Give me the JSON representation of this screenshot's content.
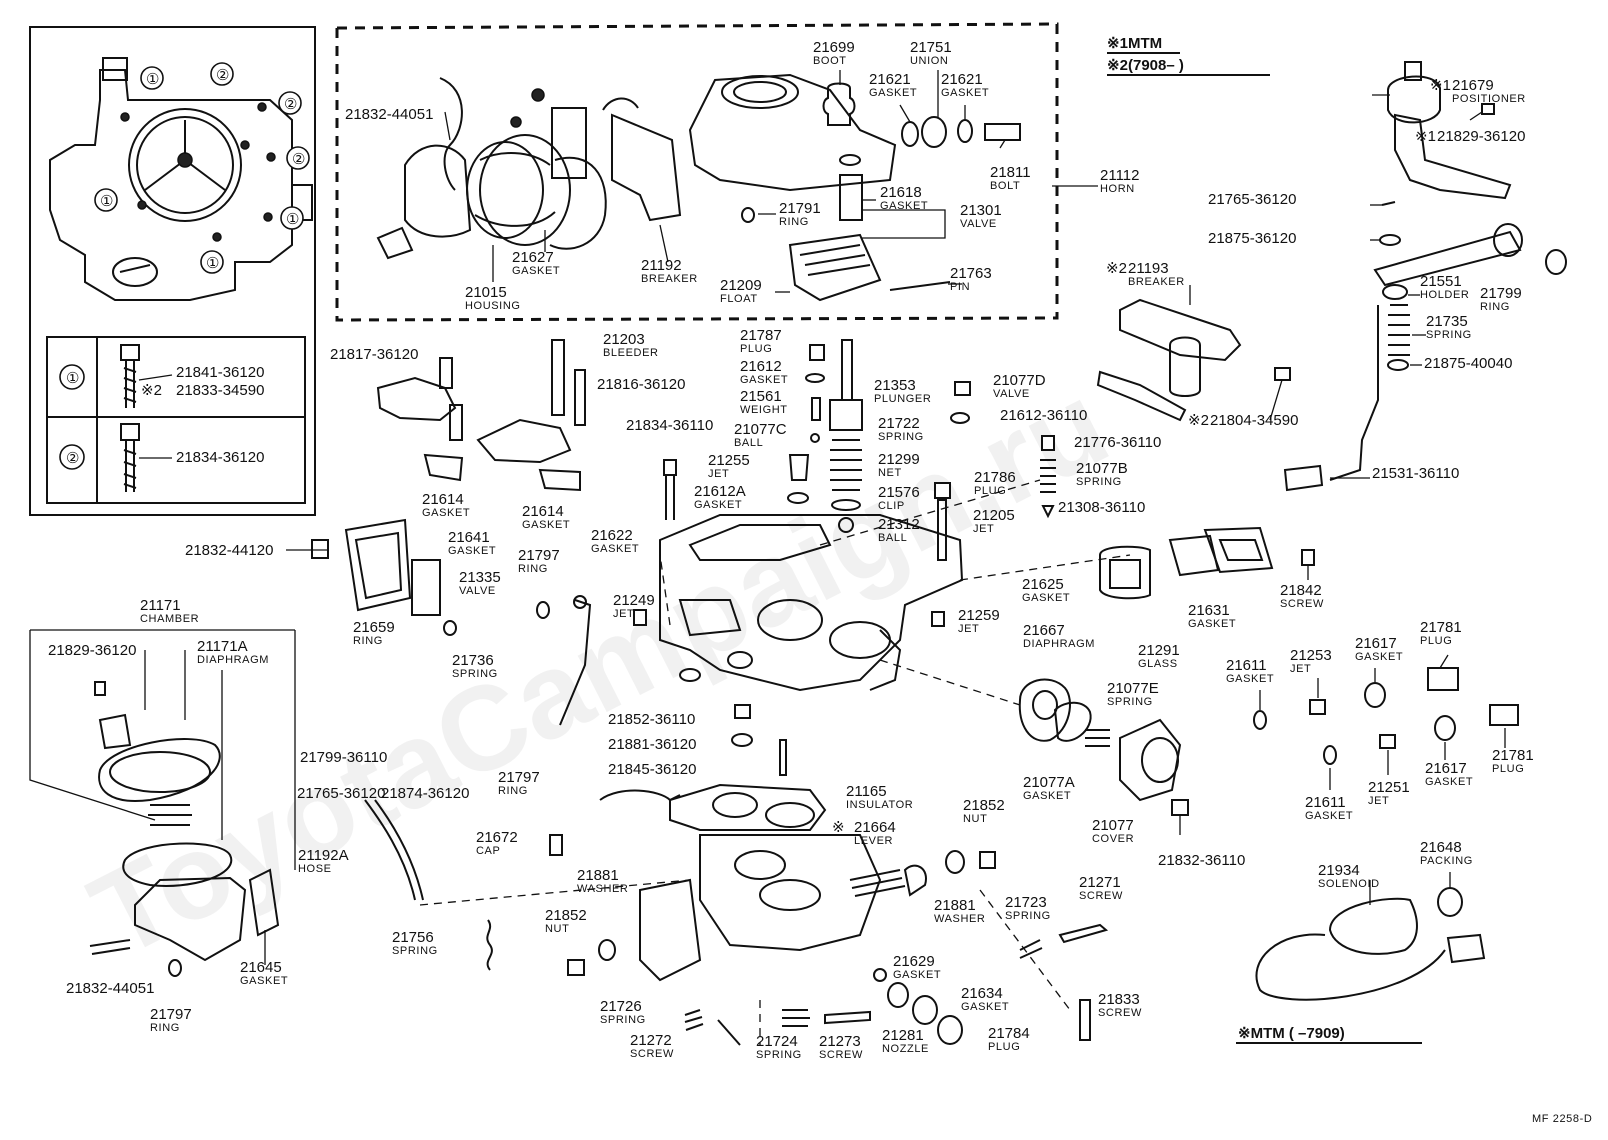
{
  "watermark": "ToyotaCampaign.ru",
  "legend": {
    "mark1": "※1",
    "mark1_text": "MTM",
    "mark2": "※2",
    "mark2_text": "(7908–     )",
    "footer_note": "※MTM (        –7909)",
    "ref_code": "MF  2258-D"
  },
  "inset": {
    "callout_1": "①",
    "callout_2": "②",
    "row1_part_a": "21841-36120",
    "row1_mark": "※2",
    "row1_part_b": "21833-34590",
    "row2_part": "21834-36120"
  },
  "parts": [
    {
      "id": "p1",
      "num": "21699",
      "name": "BOOT"
    },
    {
      "id": "p2",
      "num": "21751",
      "name": "UNION"
    },
    {
      "id": "p3",
      "num": "21621",
      "name": "GASKET"
    },
    {
      "id": "p4",
      "num": "21621",
      "name": "GASKET"
    },
    {
      "id": "p5",
      "num": "21832-44051",
      "name": ""
    },
    {
      "id": "p6",
      "num": "21811",
      "name": "BOLT"
    },
    {
      "id": "p7",
      "num": "21112",
      "name": "HORN"
    },
    {
      "id": "p8",
      "num": "21618",
      "name": "GASKET"
    },
    {
      "id": "p9",
      "num": "21301",
      "name": "VALVE"
    },
    {
      "id": "p10",
      "num": "21791",
      "name": "RING"
    },
    {
      "id": "p11",
      "num": "21627",
      "name": "GASKET"
    },
    {
      "id": "p12",
      "num": "21192",
      "name": "BREAKER"
    },
    {
      "id": "p13",
      "num": "21015",
      "name": "HOUSING"
    },
    {
      "id": "p14",
      "num": "21209",
      "name": "FLOAT"
    },
    {
      "id": "p15",
      "num": "21763",
      "name": "PIN"
    },
    {
      "id": "p16",
      "num": "21679",
      "name": "POSITIONER",
      "mark": "※1"
    },
    {
      "id": "p17",
      "num": "21829-36120",
      "name": "",
      "mark": "※1"
    },
    {
      "id": "p18",
      "num": "21765-36120",
      "name": ""
    },
    {
      "id": "p19",
      "num": "21875-36120",
      "name": ""
    },
    {
      "id": "p20",
      "num": "21193",
      "name": "BREAKER",
      "mark": "※2"
    },
    {
      "id": "p21",
      "num": "21551",
      "name": "HOLDER"
    },
    {
      "id": "p22",
      "num": "21799",
      "name": "RING"
    },
    {
      "id": "p23",
      "num": "21735",
      "name": "SPRING"
    },
    {
      "id": "p24",
      "num": "21875-40040",
      "name": ""
    },
    {
      "id": "p25",
      "num": "21804-34590",
      "name": "",
      "mark": "※2"
    },
    {
      "id": "p26",
      "num": "21531-36110",
      "name": ""
    },
    {
      "id": "p27",
      "num": "21817-36120",
      "name": ""
    },
    {
      "id": "p28",
      "num": "21203",
      "name": "BLEEDER"
    },
    {
      "id": "p29",
      "num": "21816-36120",
      "name": ""
    },
    {
      "id": "p30",
      "num": "21787",
      "name": "PLUG"
    },
    {
      "id": "p31",
      "num": "21612",
      "name": "GASKET"
    },
    {
      "id": "p32",
      "num": "21353",
      "name": "PLUNGER"
    },
    {
      "id": "p33",
      "num": "21561",
      "name": "WEIGHT"
    },
    {
      "id": "p34",
      "num": "21077C",
      "name": "BALL"
    },
    {
      "id": "p35",
      "num": "21077D",
      "name": "VALVE"
    },
    {
      "id": "p36",
      "num": "21612-36110",
      "name": ""
    },
    {
      "id": "p37",
      "num": "21722",
      "name": "SPRING"
    },
    {
      "id": "p38",
      "num": "21834-36110",
      "name": ""
    },
    {
      "id": "p39",
      "num": "21255",
      "name": "JET"
    },
    {
      "id": "p40",
      "num": "21299",
      "name": "NET"
    },
    {
      "id": "p41",
      "num": "21776-36110",
      "name": ""
    },
    {
      "id": "p42",
      "num": "21077B",
      "name": "SPRING"
    },
    {
      "id": "p43",
      "num": "21614",
      "name": "GASKET"
    },
    {
      "id": "p44",
      "num": "21614",
      "name": "GASKET"
    },
    {
      "id": "p45",
      "num": "21612A",
      "name": "GASKET"
    },
    {
      "id": "p46",
      "num": "21576",
      "name": "CLIP"
    },
    {
      "id": "p47",
      "num": "21786",
      "name": "PLUG"
    },
    {
      "id": "p48",
      "num": "21308-36110",
      "name": ""
    },
    {
      "id": "p49",
      "num": "21205",
      "name": "JET"
    },
    {
      "id": "p50",
      "num": "21312",
      "name": "BALL"
    },
    {
      "id": "p51",
      "num": "21622",
      "name": "GASKET"
    },
    {
      "id": "p52",
      "num": "21641",
      "name": "GASKET"
    },
    {
      "id": "p53",
      "num": "21832-44120",
      "name": ""
    },
    {
      "id": "p54",
      "num": "21335",
      "name": "VALVE"
    },
    {
      "id": "p55",
      "num": "21797",
      "name": "RING"
    },
    {
      "id": "p56",
      "num": "21249",
      "name": "JET"
    },
    {
      "id": "p57",
      "num": "21625",
      "name": "GASKET"
    },
    {
      "id": "p58",
      "num": "21842",
      "name": "SCREW"
    },
    {
      "id": "p59",
      "num": "21631",
      "name": "GASKET"
    },
    {
      "id": "p60",
      "num": "21291",
      "name": "GLASS"
    },
    {
      "id": "p61",
      "num": "21259",
      "name": "JET"
    },
    {
      "id": "p62",
      "num": "21659",
      "name": "RING"
    },
    {
      "id": "p63",
      "num": "21171",
      "name": "CHAMBER"
    },
    {
      "id": "p64",
      "num": "21171A",
      "name": "DIAPHRAGM"
    },
    {
      "id": "p65",
      "num": "21829-36120",
      "name": ""
    },
    {
      "id": "p66",
      "num": "21799-36110",
      "name": ""
    },
    {
      "id": "p67",
      "num": "21736",
      "name": "SPRING"
    },
    {
      "id": "p68",
      "num": "21667",
      "name": "DIAPHRAGM"
    },
    {
      "id": "p69",
      "num": "21781",
      "name": "PLUG"
    },
    {
      "id": "p70",
      "num": "21617",
      "name": "GASKET"
    },
    {
      "id": "p71",
      "num": "21253",
      "name": "JET"
    },
    {
      "id": "p72",
      "num": "21611",
      "name": "GASKET"
    },
    {
      "id": "p73",
      "num": "21077E",
      "name": "SPRING"
    },
    {
      "id": "p74",
      "num": "21852-36110",
      "name": ""
    },
    {
      "id": "p75",
      "num": "21881-36120",
      "name": ""
    },
    {
      "id": "p76",
      "num": "21845-36120",
      "name": ""
    },
    {
      "id": "p77",
      "num": "21765-36120",
      "name": ""
    },
    {
      "id": "p78",
      "num": "21874-36120",
      "name": ""
    },
    {
      "id": "p79",
      "num": "21797",
      "name": "RING"
    },
    {
      "id": "p80",
      "num": "21077A",
      "name": "GASKET"
    },
    {
      "id": "p81",
      "num": "21611",
      "name": "GASKET"
    },
    {
      "id": "p82",
      "num": "21251",
      "name": "JET"
    },
    {
      "id": "p83",
      "num": "21617",
      "name": "GASKET"
    },
    {
      "id": "p84",
      "num": "21781",
      "name": "PLUG"
    },
    {
      "id": "p85",
      "num": "21165",
      "name": "INSULATOR"
    },
    {
      "id": "p86",
      "num": "21852",
      "name": "NUT"
    },
    {
      "id": "p87",
      "num": "21664",
      "name": "LEVER",
      "mark": "※"
    },
    {
      "id": "p88",
      "num": "21077",
      "name": "COVER"
    },
    {
      "id": "p89",
      "num": "21672",
      "name": "CAP"
    },
    {
      "id": "p90",
      "num": "21192A",
      "name": "HOSE"
    },
    {
      "id": "p91",
      "num": "21832-36110",
      "name": ""
    },
    {
      "id": "p92",
      "num": "21648",
      "name": "PACKING"
    },
    {
      "id": "p93",
      "num": "21934",
      "name": "SOLENOID"
    },
    {
      "id": "p94",
      "num": "21881",
      "name": "WASHER"
    },
    {
      "id": "p95",
      "num": "21881",
      "name": "WASHER"
    },
    {
      "id": "p96",
      "num": "21723",
      "name": "SPRING"
    },
    {
      "id": "p97",
      "num": "21271",
      "name": "SCREW"
    },
    {
      "id": "p98",
      "num": "21852",
      "name": "NUT"
    },
    {
      "id": "p99",
      "num": "21756",
      "name": "SPRING"
    },
    {
      "id": "p100",
      "num": "21645",
      "name": "GASKET"
    },
    {
      "id": "p101",
      "num": "21629",
      "name": "GASKET"
    },
    {
      "id": "p102",
      "num": "21832-44051",
      "name": ""
    },
    {
      "id": "p103",
      "num": "21726",
      "name": "SPRING"
    },
    {
      "id": "p104",
      "num": "21634",
      "name": "GASKET"
    },
    {
      "id": "p105",
      "num": "21833",
      "name": "SCREW"
    },
    {
      "id": "p106",
      "num": "21797",
      "name": "RING"
    },
    {
      "id": "p107",
      "num": "21272",
      "name": "SCREW"
    },
    {
      "id": "p108",
      "num": "21724",
      "name": "SPRING"
    },
    {
      "id": "p109",
      "num": "21273",
      "name": "SCREW"
    },
    {
      "id": "p110",
      "num": "21281",
      "name": "NOZZLE"
    },
    {
      "id": "p111",
      "num": "21784",
      "name": "PLUG"
    }
  ]
}
